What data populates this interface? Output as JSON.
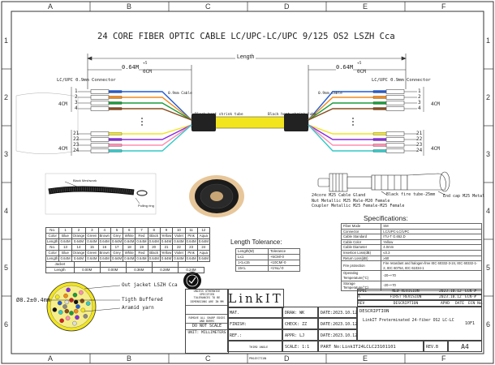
{
  "frame": {
    "cols": [
      "A",
      "B",
      "C",
      "D",
      "E",
      "F"
    ],
    "rows": [
      "1",
      "2",
      "3",
      "4",
      "5",
      "6"
    ]
  },
  "title": "24 CORE FIBER OPTIC CABLE LC/UPC-LC/UPC 9/125 OS2 LSZH Cca",
  "drawing": {
    "length_label": "Length",
    "breakout_left": "0.64M",
    "breakout_right": "0.64M",
    "tol_plus": "+5",
    "tol_zero": "0CM",
    "connector_label": "LC/UPC 0.9mm Connector",
    "cable_09_left": "0.9mm Cable",
    "cable_09_right": "0.9mm Cable",
    "shrink_left": "Black heat shrink tube",
    "shrink_right": "Black heat shrink tube",
    "four_cm": "4CM",
    "fiber_numbers_top": [
      "1",
      "2",
      "3",
      "4"
    ],
    "fiber_numbers_bottom": [
      "21",
      "22",
      "23",
      "24"
    ]
  },
  "photos": {
    "meshwork": "Black Meshwork",
    "pulling_ring": "Pulling ring"
  },
  "gland": {
    "sleeve_label": "Black fire tube-25mm",
    "endcap_label": "End cap M25 Metal",
    "description_lines": [
      "24core M25 Cable Gland",
      "Nut Metallic M25 Male-M20 Female",
      "Coupler Metallic M25 Female-M25 Female"
    ]
  },
  "color_table": {
    "rows": [
      [
        "No.",
        "1",
        "2",
        "3",
        "4",
        "5",
        "6",
        "7",
        "8",
        "9",
        "10",
        "11",
        "12"
      ],
      [
        "Color",
        "Blue",
        "Orange",
        "Green",
        "Brown",
        "Grey",
        "White",
        "Red",
        "Black",
        "Yellow",
        "Violet",
        "Pink",
        "Aqua"
      ],
      [
        "Length",
        "0.64M",
        "0.64M",
        "0.64M",
        "0.64M",
        "0.64M",
        "0.64M",
        "0.64M",
        "0.64M",
        "0.64M",
        "0.64M",
        "0.64M",
        "0.64M"
      ],
      [
        "No.",
        "13",
        "14",
        "15",
        "16",
        "17",
        "18",
        "19",
        "20",
        "21",
        "22",
        "23",
        "24"
      ],
      [
        "Color",
        "Blue",
        "Orange",
        "Green",
        "Brown",
        "Grey",
        "White",
        "Red",
        "Black",
        "Yellow",
        "Violet",
        "Pink",
        "Aqua"
      ],
      [
        "Length",
        "0.64M",
        "0.64M",
        "0.64M",
        "0.64M",
        "0.64M",
        "0.64M",
        "0.64M",
        "0.64M",
        "0.64M",
        "0.64M",
        "0.64M",
        "0.64M"
      ]
    ]
  },
  "jacket_table": {
    "rows": [
      [
        "Jacket",
        "",
        "",
        "",
        ""
      ],
      [
        "Length",
        "0.00M",
        "0.00M",
        "0.36M",
        "0.28M",
        "0.24M"
      ]
    ]
  },
  "length_tolerance": {
    "title": "Length Tolerance:",
    "rows": [
      [
        "Length(M)",
        "Tolerance"
      ],
      [
        "L≤1",
        "+5CM/-0"
      ],
      [
        "1<L≤15",
        "+10CM/-0"
      ],
      [
        "15<L",
        "+1%L/-0"
      ]
    ]
  },
  "specifications": {
    "title": "Specifications:",
    "rows": [
      [
        "Fiber Mode",
        "SM"
      ],
      [
        "Connector",
        "LC/UPC-LC/UPC"
      ],
      [
        "Cable Standard",
        "ITU-T G.652.D"
      ],
      [
        "Cable Color",
        "Yellow"
      ],
      [
        "Cable Diameter",
        "4.0mm"
      ],
      [
        "Insertion Loss(dB)",
        "≤0.3"
      ],
      [
        "Return Loss(dB)",
        "≥50"
      ],
      [
        "Fire protection",
        "Fire retardant and halogen-free IEC 60332-3-24, IEC 60332-1-2, IEC 60754, IEC 61034-1"
      ],
      [
        "Operating Temperature(°C)",
        "-20~+70"
      ],
      [
        "Storage Temperature(°C)",
        "-20~+70"
      ]
    ]
  },
  "cross_section": {
    "diameter": "Ø8.2±0.4mm",
    "outer_jacket": "Out jacket LSZH Cca",
    "buffered": "Tigth Buffered",
    "aramid": "Aramid yarn"
  },
  "title_block": {
    "company": "LinkIT",
    "unless": "UNLESS OTHERWISE SPECIFIED",
    "tolerances": "TOLERANCES TO BE",
    "dims": "DIMENSIONS ARE IN MM",
    "remove": "REMOVE ALL SHARP EDGES AND BURRS",
    "do_not_scale": "DO NOT SCALE",
    "unit": "UNIT: MILLIMETERS",
    "mat_label": "MAT.",
    "finish_label": "FINISH:",
    "ref_label": "REF.:",
    "third_angle": "THIRD ANGLE PROJECTION",
    "drawn_label": "DRAW:",
    "drawn_value": "WK",
    "check_label": "CHECK:",
    "check_value": "ZZ",
    "appr_label": "APPR:",
    "appr_value": "LJ",
    "scale_label": "SCALE:",
    "scale_value": "1:1",
    "date_label": "DATE:",
    "date1": "2023.10.12",
    "date2": "2023.10.12",
    "date3": "2023.10.12",
    "part_label": "PART No:",
    "part_no": "LinkIT24LCLC23101101",
    "desc_label": "DESCRIPTION",
    "desc_value": "LinkIT Preterminated 24-fiber OS2 LC-LC",
    "rev_label": "REV.",
    "rev_value": "B",
    "sheet_size": "A4",
    "sheet": "1OF1",
    "revs": [
      [
        "APO1",
        "NEW REVISION",
        "2023.10.12",
        "ECN-#"
      ],
      [
        "A",
        "FIRST REVISION",
        "2023.10.12",
        "ECN-#"
      ]
    ],
    "rev_header": [
      "REV",
      "DESCRIPTION",
      "APVD",
      "DATE",
      "ECN No."
    ]
  }
}
